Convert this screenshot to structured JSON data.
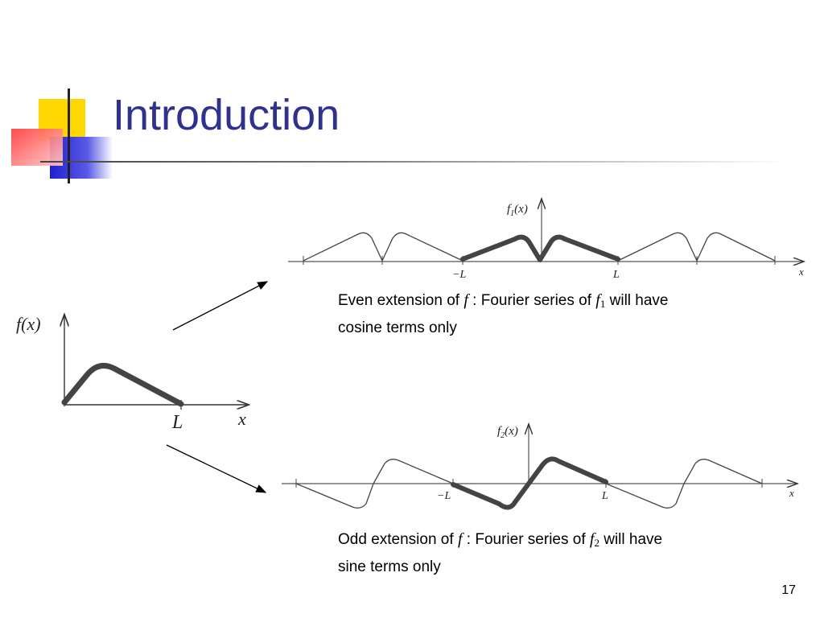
{
  "slide": {
    "title": "Introduction",
    "page_number": "17"
  },
  "diagram": {
    "source": {
      "y_label": "f(x)",
      "x_label": "x",
      "end_label": "L"
    },
    "even": {
      "y_label_f": "f",
      "y_label_sub": "1",
      "y_label_arg": "(x)",
      "left_label": "−L",
      "right_label": "L",
      "x_label": "x",
      "caption": {
        "part1": "Even extension of ",
        "f": "f",
        "part2": " : Fourier series of ",
        "f1": "f",
        "f1_sub": "1",
        "part3": " will have",
        "line2": "cosine terms only"
      }
    },
    "odd": {
      "y_label_f": "f",
      "y_label_sub": "2",
      "y_label_arg": "(x)",
      "left_label": "−L",
      "right_label": "L",
      "x_label": "x",
      "caption": {
        "part1": "Odd extension of ",
        "f": "f",
        "part2": " : Fourier series of ",
        "f2": "f",
        "f2_sub": "2",
        "part3": " will have",
        "line2": "sine terms only"
      }
    }
  },
  "colors": {
    "title": "#2e3192",
    "deco_yellow": "#ffd700",
    "deco_red": "#ff4b4b",
    "deco_blue": "#2b2bd6"
  }
}
